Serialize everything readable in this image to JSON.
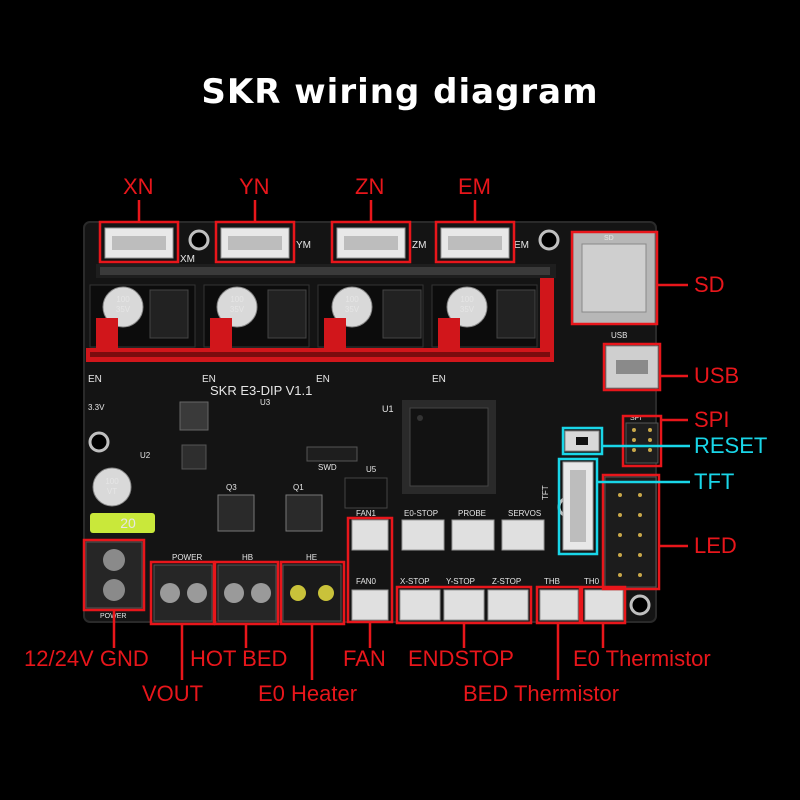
{
  "title": "SKR wiring diagram",
  "colors": {
    "accent": "#e8161b",
    "highlight": "#19d6e8",
    "pcb": "#141414",
    "background": "#000000"
  },
  "labels": {
    "xn": "XN",
    "yn": "YN",
    "zn": "ZN",
    "em": "EM",
    "sd": "SD",
    "usb": "USB",
    "spi": "SPI",
    "reset": "RESET",
    "tft": "TFT",
    "led": "LED",
    "power_in": "12/24V GND",
    "vout": "VOUT",
    "hot_bed": "HOT BED",
    "e0_heater": "E0 Heater",
    "fan": "FAN",
    "endstop": "ENDSTOP",
    "bed_thermistor": "BED Thermistor",
    "e0_thermistor": "E0 Thermistor"
  },
  "silkscreen": {
    "board_name": "SKR E3-DIP V1.1",
    "xm": "XM",
    "ym": "YM",
    "zm": "ZM",
    "em": "EM",
    "en": "EN",
    "sd_card": "SD",
    "usb": "USB",
    "spi": "SPI",
    "tft": "TFT",
    "fan1": "FAN1",
    "fan0": "FAN0",
    "e0_stop": "E0-STOP",
    "probe": "PROBE",
    "servos": "SERVOS",
    "x_stop": "X-STOP",
    "y_stop": "Y-STOP",
    "z_stop": "Z-STOP",
    "thb": "THB",
    "th0": "TH0",
    "power": "POWER",
    "power_port": "POWER",
    "hb": "HB",
    "he": "HE",
    "swd": "SWD",
    "u1": "U1",
    "u2": "U2",
    "u3": "U3",
    "u5": "U5",
    "q1": "Q1",
    "q3": "Q3",
    "v33": "3.3V",
    "fuse": "20",
    "cap_value": "100",
    "cap_volt": "35V",
    "cap_series": "VT"
  }
}
